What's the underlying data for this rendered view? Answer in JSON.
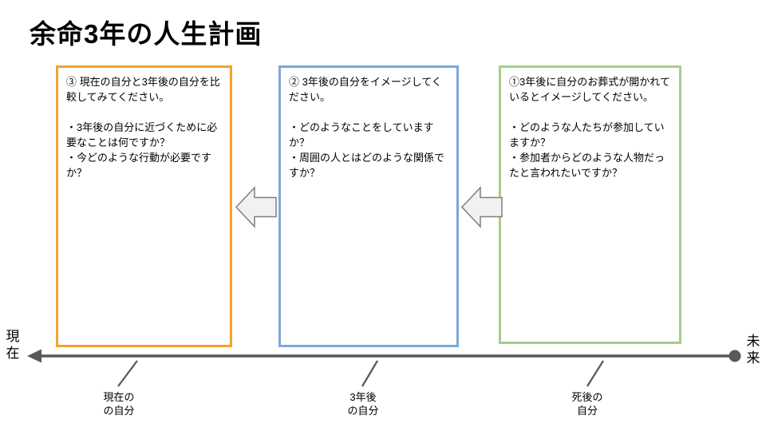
{
  "title": "余命3年の人生計画",
  "boxes": [
    {
      "id": "step3",
      "border_color": "#F2A42C",
      "lines": [
        "③ 現在の自分と3年後の自分を比較してみてください。",
        "",
        "・3年後の自分に近づくために必要なことは何ですか？",
        "・今どのような行動が必要ですか？"
      ]
    },
    {
      "id": "step2",
      "border_color": "#7EA6D9",
      "lines": [
        "② 3年後の自分をイメージしてください。",
        "",
        "・どのようなことをしていますか？",
        "・周囲の人とはどのような関係ですか？"
      ]
    },
    {
      "id": "step1",
      "border_color": "#A5CE8F",
      "lines": [
        "①3年後に自分のお葬式が開かれているとイメージしてください。",
        "",
        "・どのような人たちが参加していますか？",
        "・参加者からどのような人物だったと言われたいですか？"
      ]
    }
  ],
  "arrow": {
    "direction": "left",
    "fill": "#F1F1F1",
    "stroke": "#7F7F7F"
  },
  "timeline": {
    "line_color": "#595959",
    "present": [
      "現",
      "在"
    ],
    "future": [
      "未",
      "来"
    ],
    "labels": [
      {
        "lines": [
          "現在の",
          "の自分"
        ]
      },
      {
        "lines": [
          "3年後",
          "の自分"
        ]
      },
      {
        "lines": [
          "死後の",
          "自分"
        ]
      }
    ]
  }
}
